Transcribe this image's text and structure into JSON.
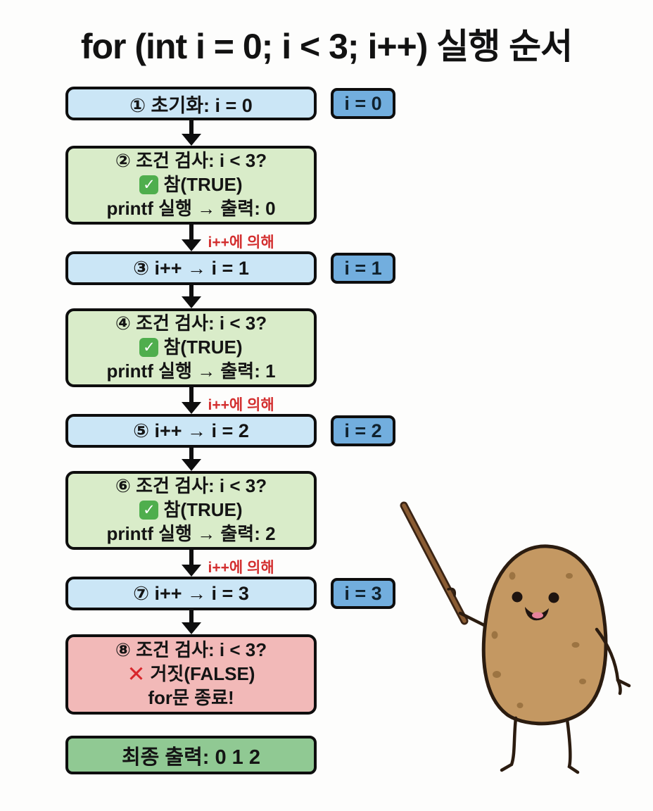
{
  "title": "for (int i = 0; i < 3; i++) 실행 순서",
  "steps": {
    "s1": {
      "label": "① 초기화: i = 0",
      "badge": "i = 0"
    },
    "s2": {
      "line1": "② 조건 검사: i < 3?",
      "line2": "참(TRUE)",
      "line3": "printf 실행 → 출력: 0"
    },
    "s3": {
      "label": "③ i++ → i = 1",
      "badge": "i = 1"
    },
    "s4": {
      "line1": "④ 조건 검사: i < 3?",
      "line2": "참(TRUE)",
      "line3": "printf 실행 → 출력: 1"
    },
    "s5": {
      "label": "⑤ i++ → i = 2",
      "badge": "i = 2"
    },
    "s6": {
      "line1": "⑥ 조건 검사: i < 3?",
      "line2": "참(TRUE)",
      "line3": "printf 실행 → 출력: 2"
    },
    "s7": {
      "label": "⑦ i++ → i = 3",
      "badge": "i = 3"
    },
    "s8": {
      "line1": "⑧ 조건 검사: i < 3?",
      "line2": "거짓(FALSE)",
      "line3": "for문 종료!"
    },
    "final": {
      "label": "최종 출력: 0 1 2"
    }
  },
  "arrow_label": "i++에 의해",
  "icons": {
    "check": "✓",
    "cross": "✕",
    "mascot": "potato-teacher-with-pointer"
  },
  "colors": {
    "box_blue": "#cbe6f6",
    "badge_blue": "#72aede",
    "box_green": "#d9ecc9",
    "box_red": "#f2b9b8",
    "box_final_green": "#90c993",
    "outline_black": "#0e0e0e",
    "label_red": "#d32f2f",
    "check_green": "#4fae4d",
    "cross_red": "#d8262c",
    "potato_skin": "#c49862",
    "potato_outline": "#2b1c10"
  }
}
